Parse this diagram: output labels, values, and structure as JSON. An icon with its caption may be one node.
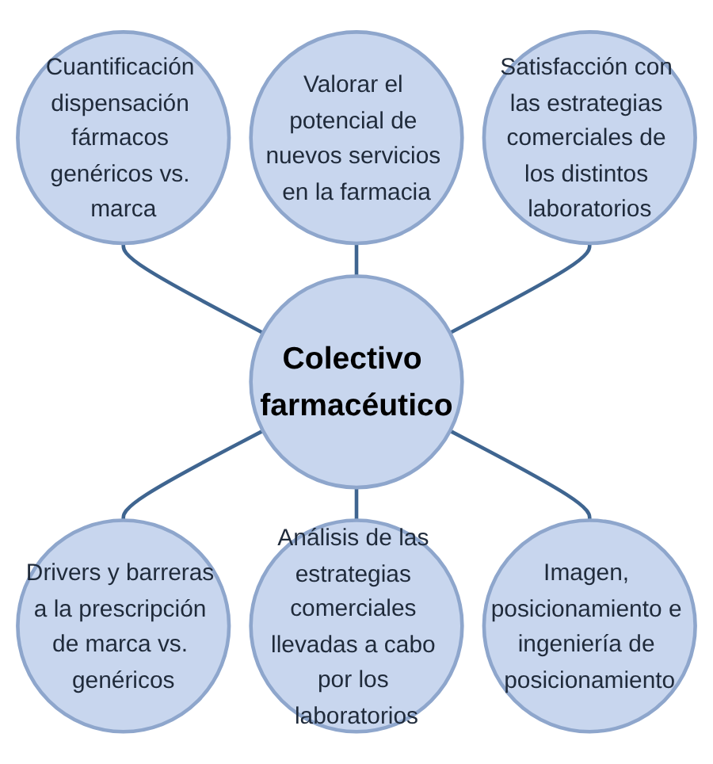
{
  "diagram": {
    "nodes": [
      {
        "text": [
          "Cuantificación dispensación fármacos genéricos vs. marca"
        ]
      },
      {
        "text": [
          "Valorar el potencial de nuevos servicios en la farmacia"
        ]
      },
      {
        "text": [
          "Satisfacción con las estrategias comerciales de los distintos laboratorios"
        ]
      },
      {
        "text": [
          "Colectivo farmacéutico"
        ]
      },
      {
        "text": [
          "Drivers y barreras a la prescripción de marca vs. genéricos"
        ]
      },
      {
        "text": [
          "Análisis de las estrategias comerciales llevadas a cabo por los laboratorios"
        ]
      },
      {
        "text": [
          "Imagen, posicionamiento e ingeniería de posicionamiento"
        ]
      }
    ],
    "edges": [
      {
        "from": 0,
        "to": 3,
        "arrow": "none"
      },
      {
        "from": 1,
        "to": 3,
        "arrow": "none"
      },
      {
        "from": 2,
        "to": 3,
        "arrow": "none"
      },
      {
        "from": 3,
        "to": 4,
        "arrow": "none"
      },
      {
        "from": 3,
        "to": 5,
        "arrow": "none"
      },
      {
        "from": 3,
        "to": 6,
        "arrow": "none"
      }
    ]
  }
}
